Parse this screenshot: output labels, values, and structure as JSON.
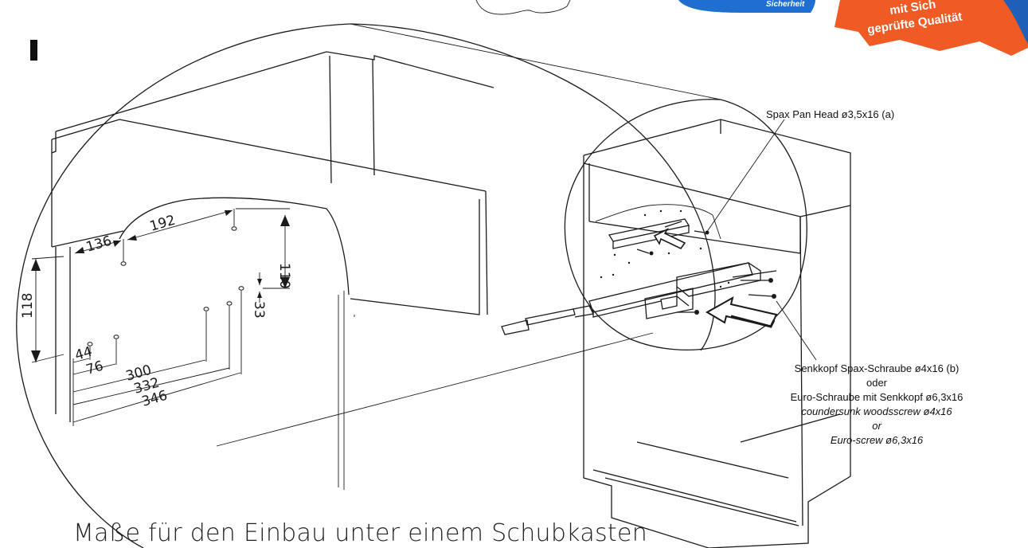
{
  "caption": "Maße für den Einbau unter einem Schubkasten",
  "badges": {
    "seal_text": "Sicherheit",
    "quality_line1": "mit Sich",
    "quality_line2": "geprüfte Qualität"
  },
  "dimensions": [
    "136",
    "192",
    "110",
    "118",
    "33",
    "44",
    "76",
    "300",
    "332",
    "346"
  ],
  "labels": {
    "pan_head": "Spax Pan Head ø3,5x16 (a)",
    "countersunk_de": "Senkkopf Spax-Schraube ø4x16 (b)",
    "or_de": "oder",
    "euro_de": "Euro-Schraube mit Senkkopf ø6,3x16",
    "countersunk_en": "coundersunk woodsscrew ø4x16",
    "or_en": "or",
    "euro_en": "Euro-screw ø6,3x16"
  },
  "colors": {
    "seal_blue": "#1f6fd1",
    "quality_orange": "#f05a24",
    "quality_blue": "#1f5fb8"
  }
}
